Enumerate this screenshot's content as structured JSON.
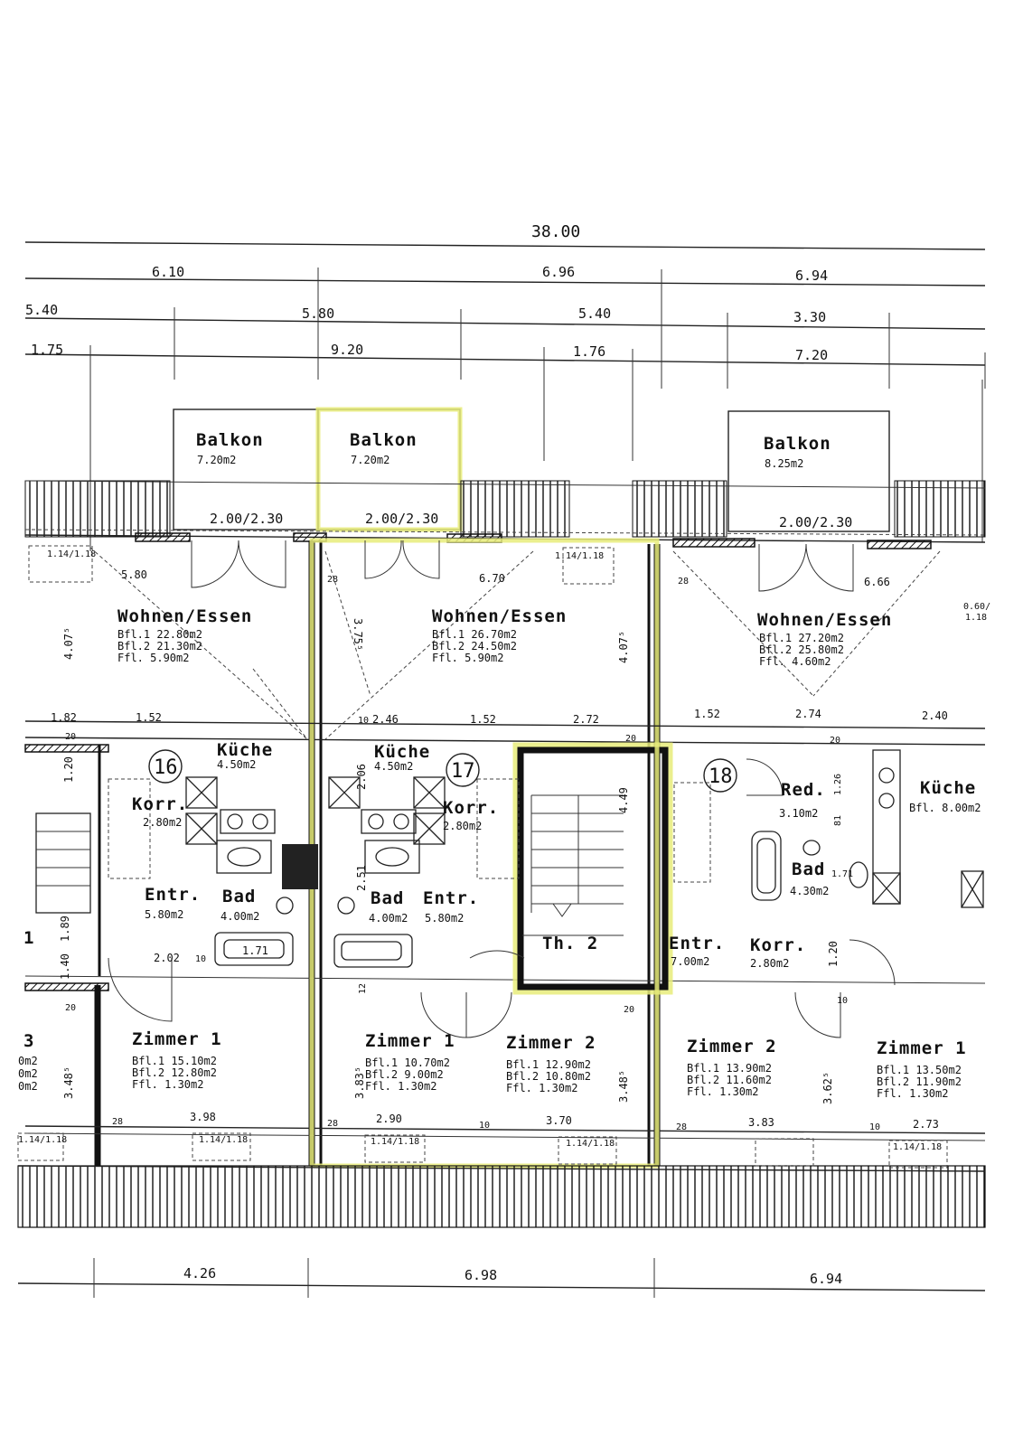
{
  "colors": {
    "ink": "#111111",
    "highlight": "#e8ec7a",
    "paper": "#ffffff"
  },
  "dimensions": {
    "total": "38.00",
    "row2": [
      "6.10",
      "6.96",
      "6.94"
    ],
    "row3": [
      "5.40",
      "5.80",
      "5.40",
      "3.30"
    ],
    "row4": [
      "1.75",
      "9.20",
      "1.76",
      "7.20"
    ],
    "bottom": [
      "4.26",
      "6.98",
      "6.94"
    ],
    "balcony_sill": [
      "2.00/2.30",
      "2.00/2.30",
      "2.00/2.30"
    ],
    "window": [
      "1.14/1.18",
      "1.14/1.18",
      "1.14/1.18",
      "1.14/1.18",
      "1.14/1.18",
      "1.14/1.18",
      "1.14/1.18"
    ],
    "interior": {
      "d580": "5.80",
      "d670": "6.70",
      "d666": "6.66",
      "d28a": "28",
      "d28b": "28",
      "d28c": "28",
      "d28d": "28",
      "d28e": "28",
      "d182": "1.82",
      "d152a": "1.52",
      "d246": "2.46",
      "d152b": "1.52",
      "d272": "2.72",
      "d152c": "1.52",
      "d274": "2.74",
      "d240": "2.40",
      "d10a": "10",
      "d10b": "10",
      "d10c": "10",
      "d10d": "10",
      "d10e": "10",
      "d20a": "20",
      "d20b": "20",
      "d20c": "20",
      "d20d": "20",
      "d20e": "20",
      "d202": "2.02",
      "d171": "1.71",
      "d171v": "1.71",
      "d398": "3.98",
      "d290": "2.90",
      "d370": "3.70",
      "d383": "3.83",
      "d273": "2.73",
      "d4075a": "4.07⁵",
      "d4075b": "4.07⁵",
      "d375": "3.75⁵",
      "d206": "2.06",
      "d251": "2.51",
      "d449": "4.49",
      "d120a": "1.20",
      "d120b": "1.20",
      "d189": "1.89",
      "d140": "1.40",
      "d12": "12",
      "d348a": "3.48⁵",
      "d383v": "3.83⁵",
      "d348b": "3.48⁵",
      "d362": "3.62⁵",
      "d126": "1.26",
      "d081": "81",
      "d060": "0.60/",
      "d118": "1.18"
    }
  },
  "units": [
    "16",
    "17",
    "18"
  ],
  "rooms": {
    "balkon1": {
      "name": "Balkon",
      "area": "7.20m2"
    },
    "balkon2": {
      "name": "Balkon",
      "area": "7.20m2"
    },
    "balkon3": {
      "name": "Balkon",
      "area": "8.25m2"
    },
    "wohnen16": {
      "name": "Wohnen/Essen",
      "l1": "Bfl.1 22.80m2",
      "l2": "Bfl.2 21.30m2",
      "l3": "Ffl.   5.90m2"
    },
    "wohnen17": {
      "name": "Wohnen/Essen",
      "l1": "Bfl.1 26.70m2",
      "l2": "Bfl.2 24.50m2",
      "l3": "Ffl.   5.90m2"
    },
    "wohnen18": {
      "name": "Wohnen/Essen",
      "l1": "Bfl.1 27.20m2",
      "l2": "Bfl.2 25.80m2",
      "l3": "Ffl.   4.60m2"
    },
    "kueche16": {
      "name": "Küche",
      "area": "4.50m2"
    },
    "kueche17": {
      "name": "Küche",
      "area": "4.50m2"
    },
    "kueche18": {
      "name": "Küche",
      "area": "Bfl. 8.00m2"
    },
    "korr16": {
      "name": "Korr.",
      "area": "2.80m2"
    },
    "korr17": {
      "name": "Korr.",
      "area": "2.80m2"
    },
    "korr18": {
      "name": "Korr.",
      "area": "2.80m2"
    },
    "entr16": {
      "name": "Entr.",
      "area": "5.80m2"
    },
    "entr17": {
      "name": "Entr.",
      "area": "5.80m2"
    },
    "entr18": {
      "name": "Entr.",
      "area": "7.00m2"
    },
    "bad16": {
      "name": "Bad",
      "area": "4.00m2"
    },
    "bad17": {
      "name": "Bad",
      "area": "4.00m2"
    },
    "bad18": {
      "name": "Bad",
      "area": "4.30m2"
    },
    "red18": {
      "name": "Red.",
      "area": "3.10m2"
    },
    "th2": {
      "name": "Th. 2"
    },
    "zimmer1_16": {
      "name": "Zimmer 1",
      "l1": "Bfl.1 15.10m2",
      "l2": "Bfl.2 12.80m2",
      "l3": "Ffl.   1.30m2"
    },
    "zimmer1_17": {
      "name": "Zimmer 1",
      "l1": "Bfl.1 10.70m2",
      "l2": "Bfl.2  9.00m2",
      "l3": "Ffl.   1.30m2"
    },
    "zimmer2_17": {
      "name": "Zimmer 2",
      "l1": "Bfl.1 12.90m2",
      "l2": "Bfl.2 10.80m2",
      "l3": "Ffl.   1.30m2"
    },
    "zimmer2_18": {
      "name": "Zimmer 2",
      "l1": "Bfl.1 13.90m2",
      "l2": "Bfl.2 11.60m2",
      "l3": "Ffl.   1.30m2"
    },
    "zimmer1_19": {
      "name": "Zimmer 1",
      "l1": "Bfl.1 13.50m2",
      "l2": "Bfl.2 11.90m2",
      "l3": "Ffl.   1.30m2"
    }
  },
  "edge_labels": {
    "left_1": "1",
    "left_3": "3",
    "left_m1": "0m2",
    "left_m2": "0m2",
    "left_m3": "0m2"
  }
}
